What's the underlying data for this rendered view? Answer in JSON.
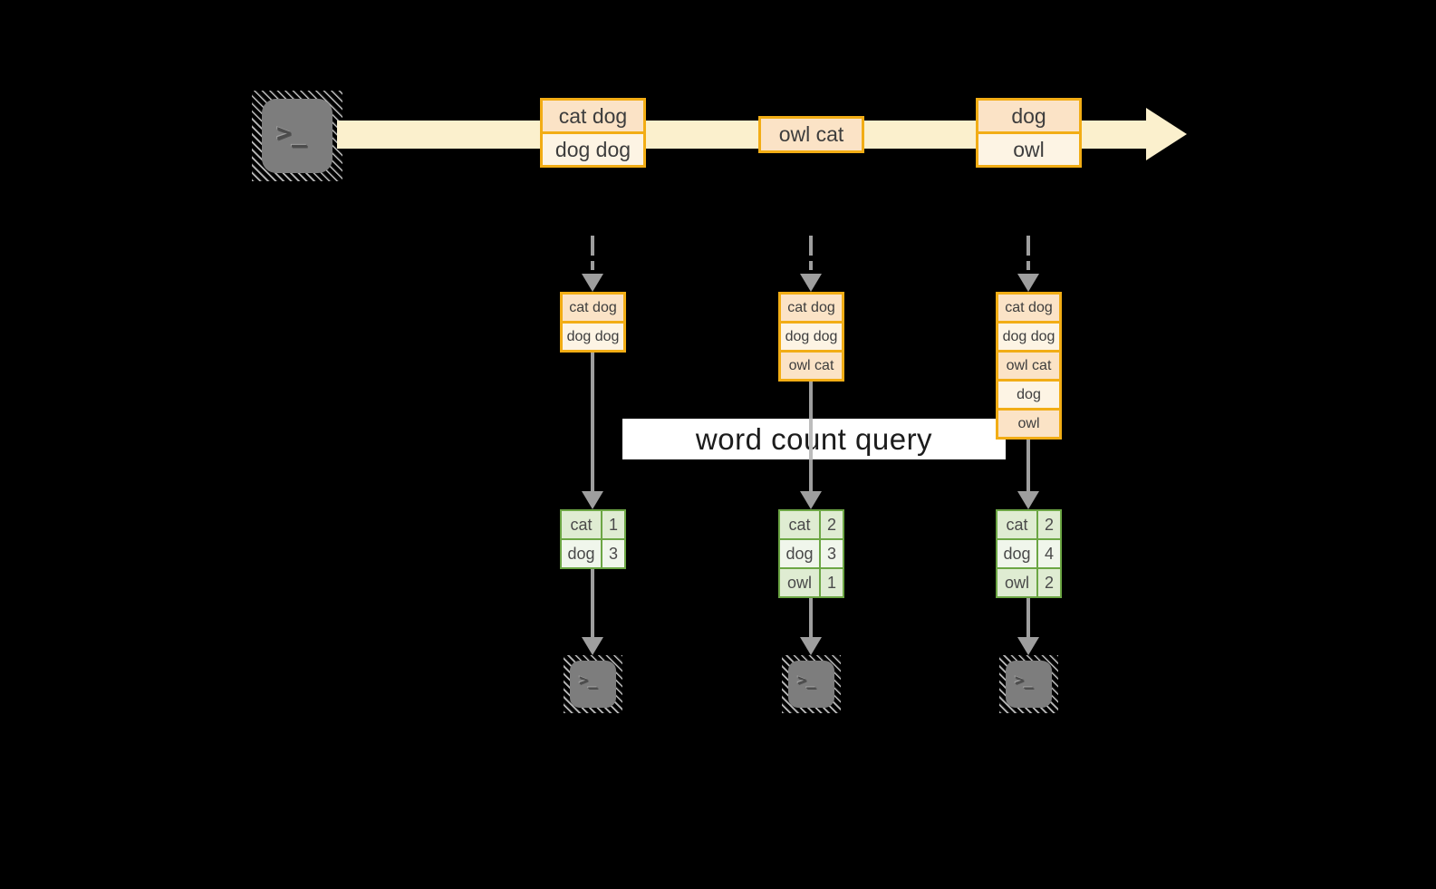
{
  "colors": {
    "background": "#000000",
    "stream_band": "#fbf0cd",
    "box_border_orange": "#f2ad15",
    "box_fill_peach": "#fbe3c6",
    "box_fill_cream": "#fdf4e4",
    "table_border_green": "#6ca644",
    "cell_fill_green": "#dfecd2",
    "cell_fill_white": "#f0f6eb",
    "arrow_gray": "#9e9e9e",
    "arrow_gray_light": "#bdbdbd",
    "terminal_gray": "#7d7d7d",
    "text_dark": "#3d3d3d",
    "banner_bg": "#ffffff",
    "banner_text": "#1c1c1c"
  },
  "icons": {
    "terminal_glyph": ">_"
  },
  "banner": {
    "label": "word count query"
  },
  "stream": {
    "events": [
      {
        "rows": [
          {
            "label": "cat dog"
          },
          {
            "label": "dog dog"
          }
        ]
      },
      {
        "rows": [
          {
            "label": "owl cat"
          }
        ]
      },
      {
        "rows": [
          {
            "label": "dog"
          },
          {
            "label": "owl"
          }
        ]
      }
    ]
  },
  "columns": [
    {
      "window_rows": [
        {
          "label": "cat dog"
        },
        {
          "label": "dog dog"
        }
      ],
      "count_rows": [
        {
          "word": "cat",
          "count": "1"
        },
        {
          "word": "dog",
          "count": "3"
        }
      ]
    },
    {
      "window_rows": [
        {
          "label": "cat dog"
        },
        {
          "label": "dog dog"
        },
        {
          "label": "owl cat"
        }
      ],
      "count_rows": [
        {
          "word": "cat",
          "count": "2"
        },
        {
          "word": "dog",
          "count": "3"
        },
        {
          "word": "owl",
          "count": "1"
        }
      ]
    },
    {
      "window_rows": [
        {
          "label": "cat dog"
        },
        {
          "label": "dog dog"
        },
        {
          "label": "owl cat"
        },
        {
          "label": "dog"
        },
        {
          "label": "owl"
        }
      ],
      "count_rows": [
        {
          "word": "cat",
          "count": "2"
        },
        {
          "word": "dog",
          "count": "4"
        },
        {
          "word": "owl",
          "count": "2"
        }
      ]
    }
  ]
}
